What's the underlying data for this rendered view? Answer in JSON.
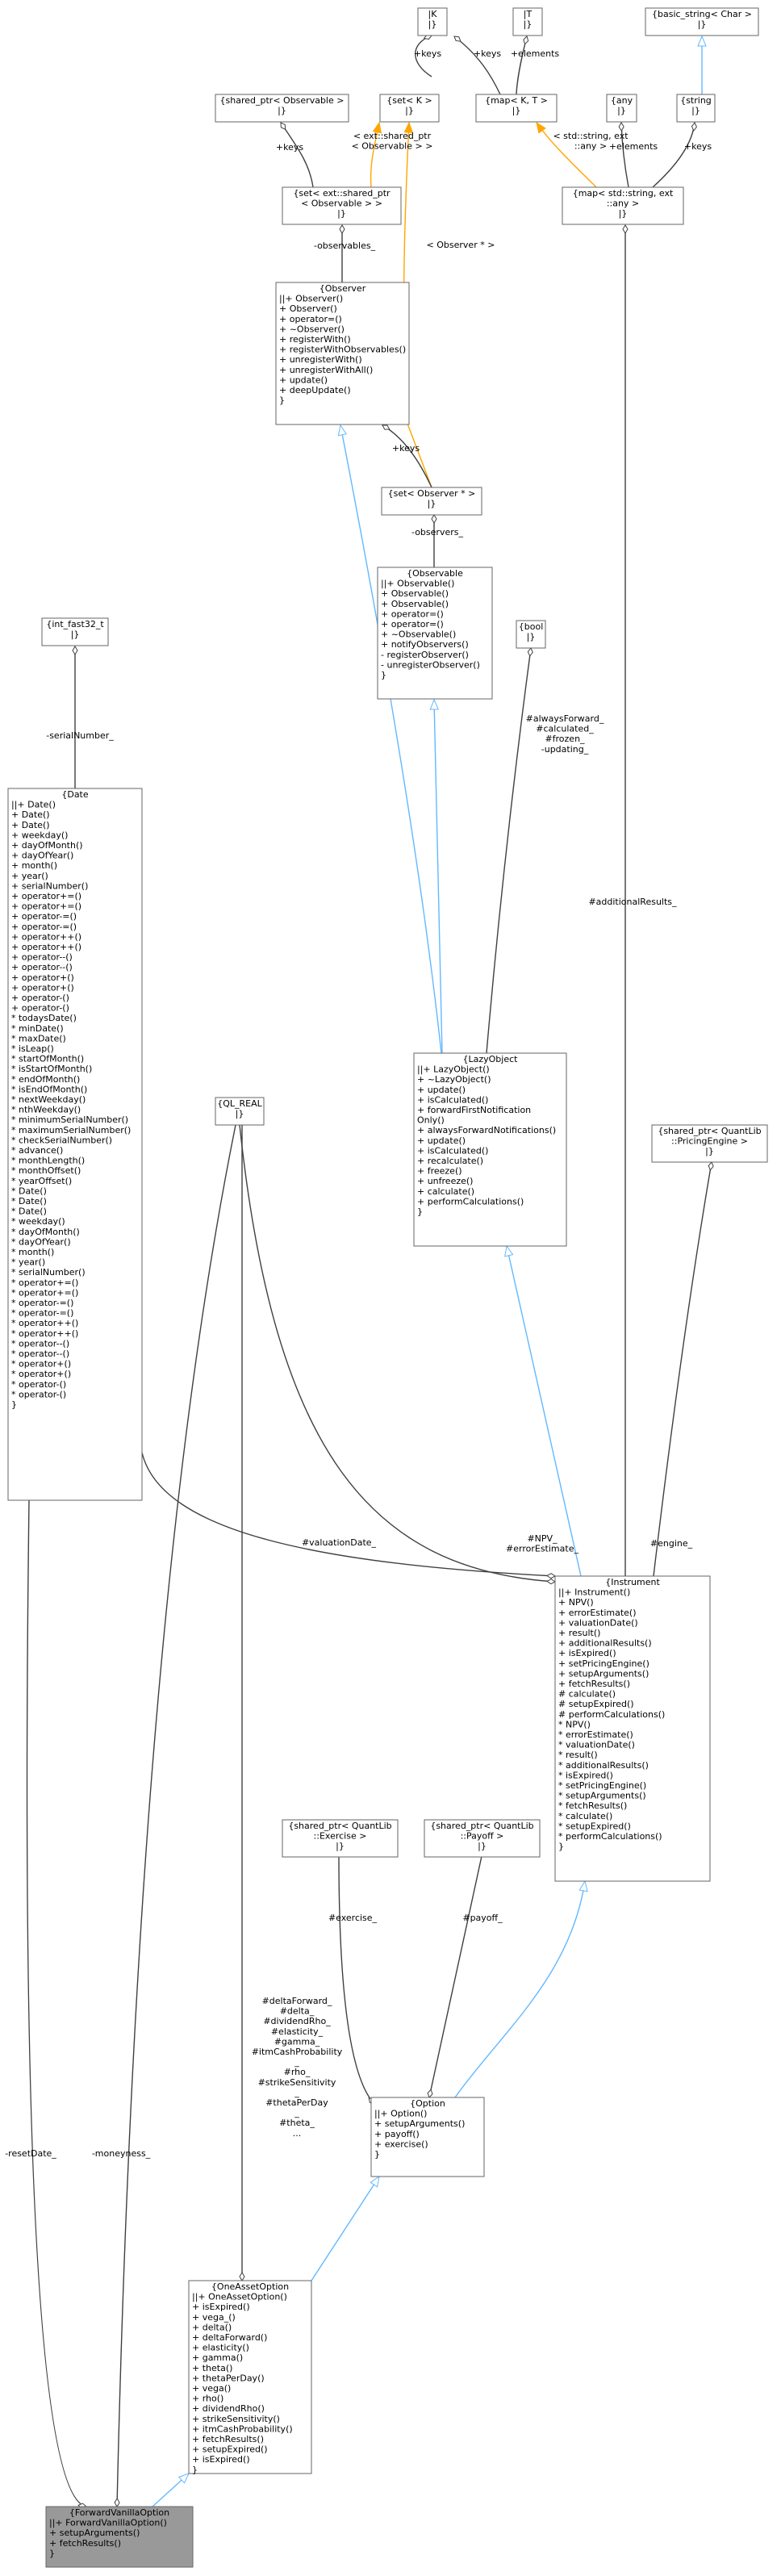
{
  "colors": {
    "composition": "#404040",
    "inheritance": "#63b8ff",
    "template": "#ffa500",
    "box_border": "#666666",
    "highlight_fill": "#999999"
  },
  "nodes": [
    {
      "id": "k",
      "lines": [
        "|K",
        "|}"
      ]
    },
    {
      "id": "t",
      "lines": [
        "|T",
        "|}"
      ]
    },
    {
      "id": "basic_string",
      "lines": [
        "{basic_string< Char >",
        "|}"
      ]
    },
    {
      "id": "shared_ptr_obs",
      "lines": [
        "{shared_ptr< Observable >",
        "|}"
      ]
    },
    {
      "id": "set_k",
      "lines": [
        "{set< K >",
        "|}"
      ]
    },
    {
      "id": "map_kt",
      "lines": [
        "{map< K, T >",
        "|}"
      ]
    },
    {
      "id": "any",
      "lines": [
        "{any",
        "|}"
      ]
    },
    {
      "id": "string",
      "lines": [
        "{string",
        "|}"
      ]
    },
    {
      "id": "set_ext",
      "lines": [
        "{set< ext::shared_ptr",
        "< Observable > >",
        "|}"
      ]
    },
    {
      "id": "map_str",
      "lines": [
        "{map< std::string, ext",
        "::any >",
        "|}"
      ]
    },
    {
      "id": "observer",
      "lines": [
        "{Observer",
        "||+ Observer()",
        "+ Observer()",
        "+ operator=()",
        "+ ~Observer()",
        "+ registerWith()",
        "+ registerWithObservables()",
        "+ unregisterWith()",
        "+ unregisterWithAll()",
        "+ update()",
        "+ deepUpdate()",
        "}"
      ]
    },
    {
      "id": "set_obs",
      "lines": [
        "{set< Observer * >",
        "|}"
      ]
    },
    {
      "id": "int_fast",
      "lines": [
        "{int_fast32_t",
        "|}"
      ]
    },
    {
      "id": "observable",
      "lines": [
        "{Observable",
        "||+ Observable()",
        "+ Observable()",
        "+ Observable()",
        "+ operator=()",
        "+ operator=()",
        "+ ~Observable()",
        "+ notifyObservers()",
        "- registerObserver()",
        "- unregisterObserver()",
        "}"
      ]
    },
    {
      "id": "bool",
      "lines": [
        "{bool",
        "|}"
      ]
    },
    {
      "id": "date",
      "lines": [
        "{Date",
        "||+ Date()",
        "+ Date()",
        "+ Date()",
        "+ weekday()",
        "+ dayOfMonth()",
        "+ dayOfYear()",
        "+ month()",
        "+ year()",
        "+ serialNumber()",
        "+ operator+=()",
        "+ operator+=()",
        "+ operator-=()",
        "+ operator-=()",
        "+ operator++()",
        "+ operator++()",
        "+ operator--()",
        "+ operator--()",
        "+ operator+()",
        "+ operator+()",
        "+ operator-()",
        "+ operator-()",
        "* todaysDate()",
        "* minDate()",
        "* maxDate()",
        "* isLeap()",
        "* startOfMonth()",
        "* isStartOfMonth()",
        "* endOfMonth()",
        "* isEndOfMonth()",
        "* nextWeekday()",
        "* nthWeekday()",
        "* minimumSerialNumber()",
        "* maximumSerialNumber()",
        "* checkSerialNumber()",
        "* advance()",
        "* monthLength()",
        "* monthOffset()",
        "* yearOffset()",
        "* Date()",
        "* Date()",
        "* Date()",
        "* weekday()",
        "* dayOfMonth()",
        "* dayOfYear()",
        "* month()",
        "* year()",
        "* serialNumber()",
        "* operator+=()",
        "* operator+=()",
        "* operator-=()",
        "* operator-=()",
        "* operator++()",
        "* operator++()",
        "* operator--()",
        "* operator--()",
        "* operator+()",
        "* operator+()",
        "* operator-()",
        "* operator-()",
        "}"
      ]
    },
    {
      "id": "lazy",
      "lines": [
        "{LazyObject",
        "||+ LazyObject()",
        "+ ~LazyObject()",
        "+ update()",
        "+ isCalculated()",
        "+ forwardFirstNotification",
        "Only()",
        "+ alwaysForwardNotifications()",
        "+ update()",
        "+ isCalculated()",
        "+ recalculate()",
        "+ freeze()",
        "+ unfreeze()",
        "+ calculate()",
        "+ performCalculations()",
        "}"
      ]
    },
    {
      "id": "ql_real",
      "lines": [
        "{QL_REAL",
        "|}"
      ]
    },
    {
      "id": "pricing_engine",
      "lines": [
        "{shared_ptr< QuantLib",
        "::PricingEngine >",
        "|}"
      ]
    },
    {
      "id": "instrument",
      "lines": [
        "{Instrument",
        "||+ Instrument()",
        "+ NPV()",
        "+ errorEstimate()",
        "+ valuationDate()",
        "+ result()",
        "+ additionalResults()",
        "+ isExpired()",
        "+ setPricingEngine()",
        "+ setupArguments()",
        "+ fetchResults()",
        "# calculate()",
        "# setupExpired()",
        "# performCalculations()",
        "* NPV()",
        "* errorEstimate()",
        "* valuationDate()",
        "* result()",
        "* additionalResults()",
        "* isExpired()",
        "* setPricingEngine()",
        "* setupArguments()",
        "* fetchResults()",
        "* calculate()",
        "* setupExpired()",
        "* performCalculations()",
        "}"
      ]
    },
    {
      "id": "exercise",
      "lines": [
        "{shared_ptr< QuantLib",
        "::Exercise >",
        "|}"
      ]
    },
    {
      "id": "payoff",
      "lines": [
        "{shared_ptr< QuantLib",
        "::Payoff >",
        "|}"
      ]
    },
    {
      "id": "option",
      "lines": [
        "{Option",
        "||+ Option()",
        "+ setupArguments()",
        "+ payoff()",
        "+ exercise()",
        "}"
      ]
    },
    {
      "id": "one_asset",
      "lines": [
        "{OneAssetOption",
        "||+ OneAssetOption()",
        "+ isExpired()",
        "+ vega_()",
        "+ delta()",
        "+ deltaForward()",
        "+ elasticity()",
        "+ gamma()",
        "+ theta()",
        "+ thetaPerDay()",
        "+ vega()",
        "+ rho()",
        "+ dividendRho()",
        "+ strikeSensitivity()",
        "+ itmCashProbability()",
        "+ fetchResults()",
        "+ setupExpired()",
        "+ isExpired()",
        "}"
      ]
    },
    {
      "id": "forward_vanilla",
      "lines": [
        "{ForwardVanillaOption",
        "||+ ForwardVanillaOption()",
        "+ setupArguments()",
        "+ fetchResults()",
        "}"
      ]
    }
  ],
  "edge_labels": [
    {
      "id": "keys_k",
      "lines": [
        "+keys"
      ]
    },
    {
      "id": "keys_map",
      "lines": [
        "+keys"
      ]
    },
    {
      "id": "elements_t",
      "lines": [
        "+elements"
      ]
    },
    {
      "id": "keys_set_ext",
      "lines": [
        "+keys"
      ]
    },
    {
      "id": "ext_label",
      "lines": [
        "< ext::shared_ptr",
        "< Observable > >"
      ]
    },
    {
      "id": "std_label",
      "lines": [
        "< std::string, ext",
        "::any >"
      ]
    },
    {
      "id": "elements_any",
      "lines": [
        "+elements"
      ]
    },
    {
      "id": "keys_string",
      "lines": [
        "+keys"
      ]
    },
    {
      "id": "observables",
      "lines": [
        "-observables_"
      ]
    },
    {
      "id": "obs_ptr_label",
      "lines": [
        "< Observer * >"
      ]
    },
    {
      "id": "keys_obs",
      "lines": [
        "+keys"
      ]
    },
    {
      "id": "observers",
      "lines": [
        "-observers_"
      ]
    },
    {
      "id": "serial",
      "lines": [
        "-serialNumber_"
      ]
    },
    {
      "id": "additional",
      "lines": [
        "#additionalResults_"
      ]
    },
    {
      "id": "flags",
      "lines": [
        "#alwaysForward_",
        "#calculated_",
        "#frozen_",
        "-updating_"
      ]
    },
    {
      "id": "valuation",
      "lines": [
        "#valuationDate_"
      ]
    },
    {
      "id": "npv",
      "lines": [
        "#NPV_",
        "#errorEstimate_"
      ]
    },
    {
      "id": "engine",
      "lines": [
        "#engine_"
      ]
    },
    {
      "id": "greeks",
      "lines": [
        "#deltaForward_",
        "#delta_",
        "#dividendRho_",
        "#elasticity_",
        "#gamma_",
        "#itmCashProbability",
        "_",
        "#rho_",
        "#strikeSensitivity",
        "_",
        "#thetaPerDay",
        "_",
        "#theta_",
        "..."
      ]
    },
    {
      "id": "exercise_lbl",
      "lines": [
        "#exercise_"
      ]
    },
    {
      "id": "payoff_lbl",
      "lines": [
        "#payoff_"
      ]
    },
    {
      "id": "reset",
      "lines": [
        "-resetDate_"
      ]
    },
    {
      "id": "moneyness",
      "lines": [
        "-moneyness_"
      ]
    }
  ]
}
